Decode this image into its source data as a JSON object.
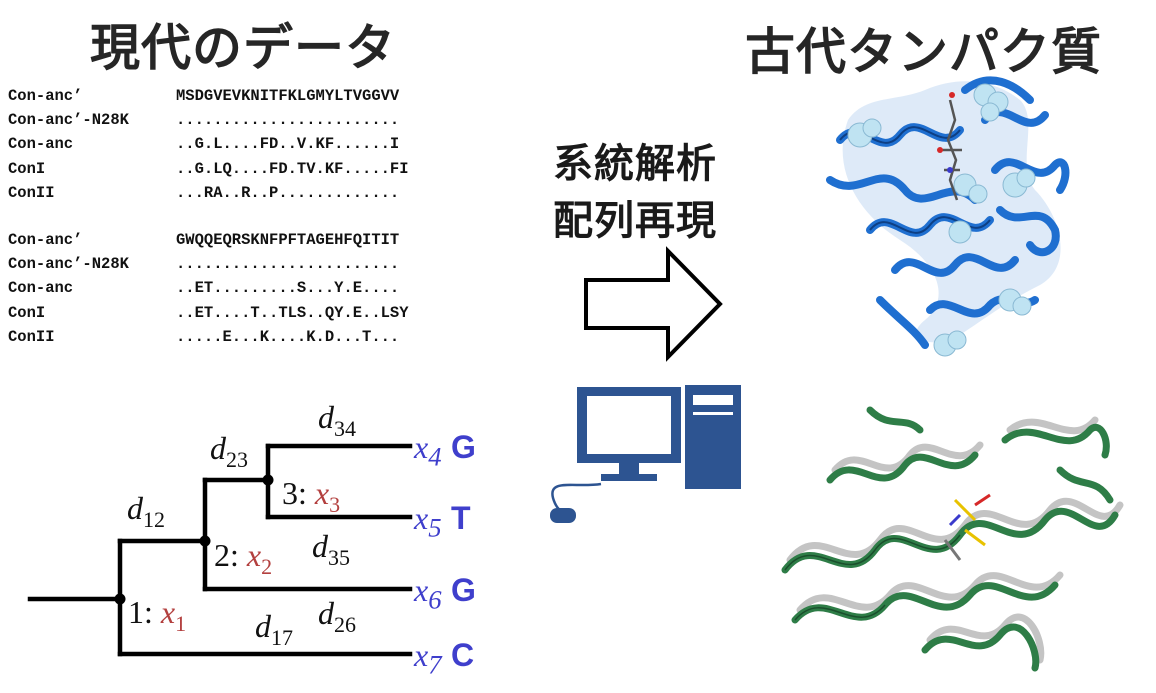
{
  "headings": {
    "left": "現代のデータ",
    "right": "古代タンパク質"
  },
  "methods": {
    "line1": "系統解析",
    "line2": "配列再現"
  },
  "alignment": {
    "block1": [
      {
        "name": "Con-anc’",
        "seq": "MSDGVEVKNITFKLGMYLTVGGVV"
      },
      {
        "name": "Con-anc’-N28K",
        "seq": "........................"
      },
      {
        "name": "Con-anc",
        "seq": "..G.L....FD..V.KF......I"
      },
      {
        "name": "ConI",
        "seq": "..G.LQ....FD.TV.KF.....FI"
      },
      {
        "name": "ConII",
        "seq": "...RA..R..P............."
      }
    ],
    "block2": [
      {
        "name": "Con-anc’",
        "seq": "GWQQEQRSKNFPFTAGEHFQITIT"
      },
      {
        "name": "Con-anc’-N28K",
        "seq": "........................"
      },
      {
        "name": "Con-anc",
        "seq": "..ET.........S...Y.E...."
      },
      {
        "name": "ConI",
        "seq": "..ET....T..TLS..QY.E..LSY"
      },
      {
        "name": "ConII",
        "seq": ".....E...K....K.D...T..."
      }
    ]
  },
  "tree": {
    "branches": [
      {
        "sym": "d",
        "sub": "12"
      },
      {
        "sym": "d",
        "sub": "23"
      },
      {
        "sym": "d",
        "sub": "34"
      },
      {
        "sym": "d",
        "sub": "35"
      },
      {
        "sym": "d",
        "sub": "26"
      },
      {
        "sym": "d",
        "sub": "17"
      }
    ],
    "nodes": [
      {
        "label": "1: ",
        "sym": "x",
        "sub": "1"
      },
      {
        "label": "2: ",
        "sym": "x",
        "sub": "2"
      },
      {
        "label": "3: ",
        "sym": "x",
        "sub": "3"
      }
    ],
    "leaves": [
      {
        "sym": "x",
        "sub": "4",
        "base": "G"
      },
      {
        "sym": "x",
        "sub": "5",
        "base": "T"
      },
      {
        "sym": "x",
        "sub": "6",
        "base": "G"
      },
      {
        "sym": "x",
        "sub": "7",
        "base": "C"
      }
    ]
  },
  "colors": {
    "computer": "#2d5491",
    "protein_blue": "#1f6fd0",
    "protein_green": "#2e7d47",
    "leaf_label": "#3f3fcc",
    "node_value": "#b3403f"
  },
  "icons": {
    "arrow": "right-arrow-icon",
    "computer": "computer-icon",
    "protein_top": "protein-structure-blue",
    "protein_bottom": "protein-structure-green-grey"
  }
}
